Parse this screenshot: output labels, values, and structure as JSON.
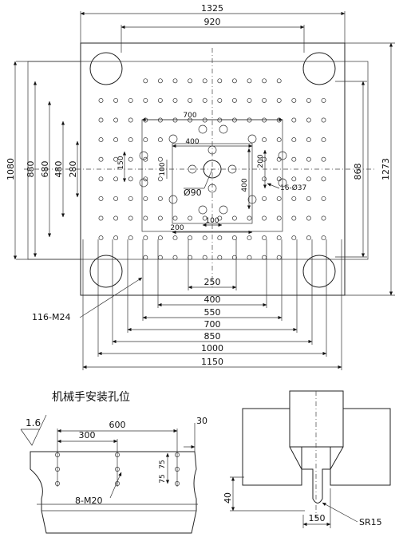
{
  "platen": {
    "top_dims": [
      "1325",
      "920"
    ],
    "left_dims": [
      "1080",
      "880",
      "680",
      "480",
      "280",
      "150",
      "100"
    ],
    "right_dims": [
      "868",
      "1273"
    ],
    "bottom_dims": [
      "250",
      "400",
      "550",
      "700",
      "850",
      "1000",
      "1150"
    ],
    "inner_dims": {
      "d700": "700",
      "d400": "400",
      "d200_right": "200",
      "d400_right": "400",
      "d100": "100",
      "d200_bottom": "200",
      "center_hole": "Ø90",
      "holes_37": "16-Ø37"
    },
    "thread_callout": "116-M24"
  },
  "robot_section": {
    "title": "机械手安装孔位",
    "roughness": "1.6",
    "dims": [
      "600",
      "300",
      "30",
      "75",
      "75"
    ],
    "thread_callout": "8-M20"
  },
  "nozzle_section": {
    "dims": [
      "40",
      "150"
    ],
    "radius_callout": "SR15"
  }
}
